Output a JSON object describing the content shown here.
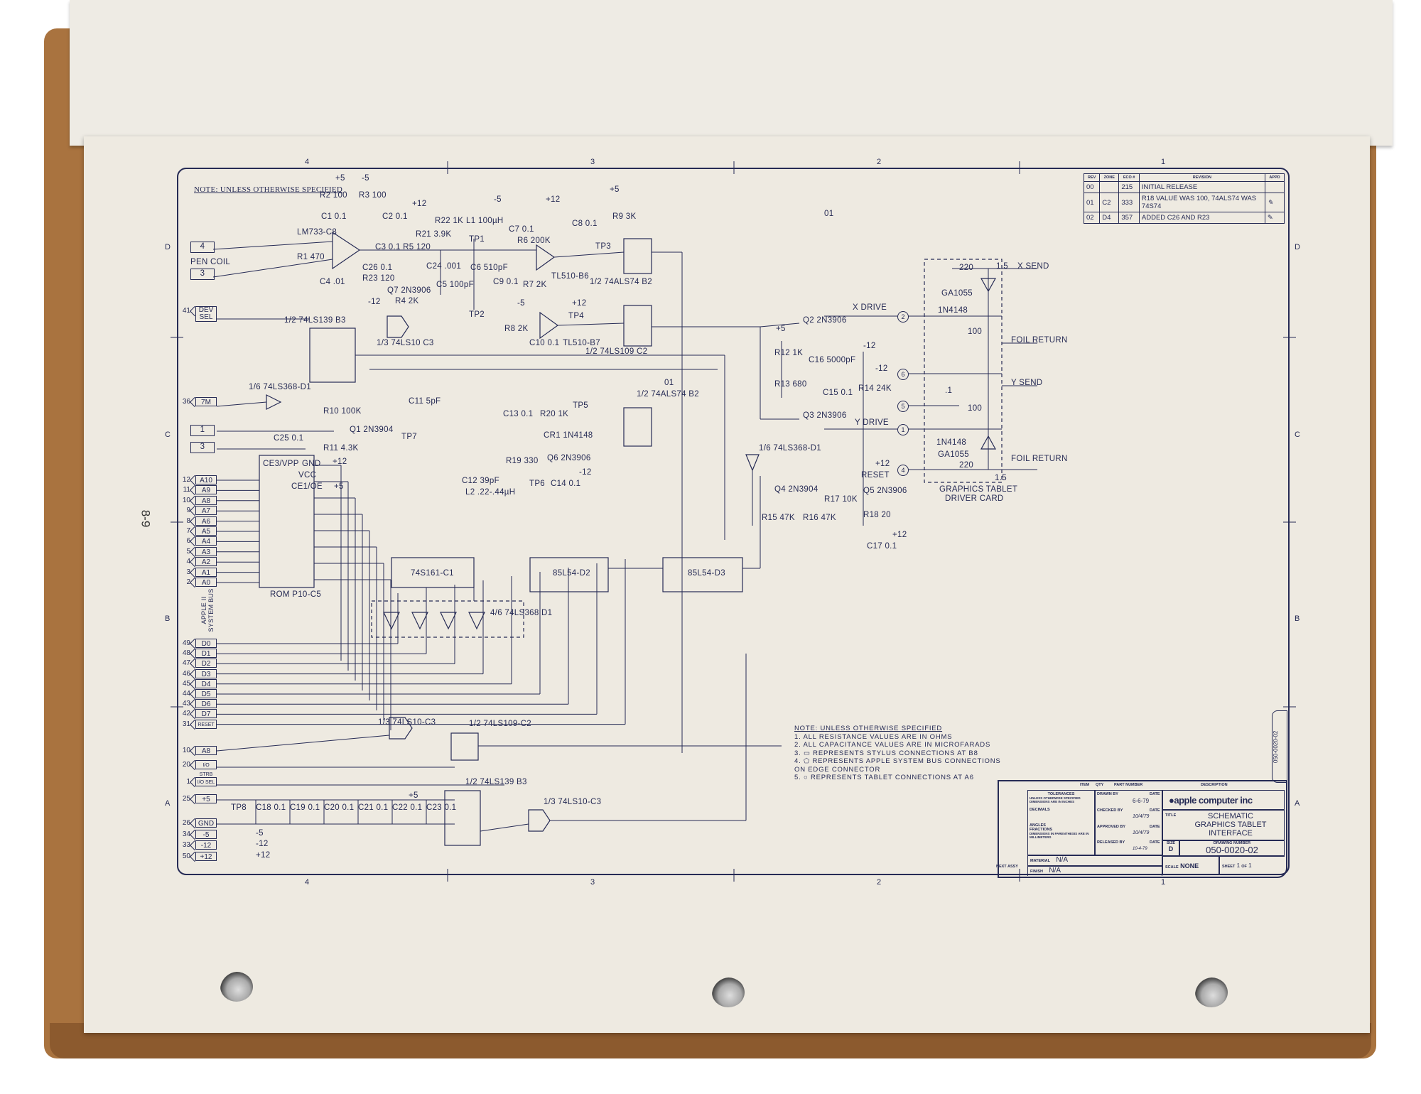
{
  "page_number": "8-9",
  "zones": {
    "columns": [
      "4",
      "3",
      "2",
      "1"
    ],
    "rows": [
      "D",
      "C",
      "B",
      "A"
    ]
  },
  "note_header": "NOTE: UNLESS OTHERWISE SPECIFIED",
  "revision_table": {
    "headers": [
      "REV",
      "ZONE",
      "ECO #",
      "REVISION",
      "APPD"
    ],
    "rows": [
      {
        "rev": "00",
        "zone": "",
        "eco": "215",
        "revision": "INITIAL RELEASE"
      },
      {
        "rev": "01",
        "zone": "C2",
        "eco": "333",
        "revision": "R18 VALUE WAS 100, 74ALS74 WAS 74S74"
      },
      {
        "rev": "02",
        "zone": "D4",
        "eco": "357",
        "revision": "ADDED C26 AND R23"
      }
    ]
  },
  "notes": {
    "title": "NOTE: UNLESS OTHERWISE SPECIFIED",
    "items": [
      "1. ALL RESISTANCE VALUES ARE IN OHMS",
      "2. ALL CAPACITANCE VALUES ARE IN MICROFARADS",
      "3. ▭ REPRESENTS STYLUS CONNECTIONS AT B8",
      "4. ⬠ REPRESENTS APPLE SYSTEM BUS CONNECTIONS ON EDGE CONNECTOR",
      "5. ○ REPRESENTS TABLET CONNECTIONS AT A6"
    ]
  },
  "title_block": {
    "list_headers": [
      "ITEM",
      "QTY",
      "PART NUMBER",
      "DESCRIPTION"
    ],
    "tolerances": "TOLERANCES",
    "tolerances_sub": "UNLESS OTHERWISE SPECIFIED DIMENSIONS ARE IN INCHES",
    "decimals": "DECIMALS",
    "angles": "ANGLES",
    "fractions": "FRACTIONS",
    "dims_note": "DIMENSIONS IN PARENTHESIS ARE IN MILLIMETERS",
    "drawn_by": "DRAWN BY",
    "drawn_date": "6-6-79",
    "checked_by": "CHECKED BY",
    "checked_date": "10/4/79",
    "approved_by": "APPROVED BY",
    "approved_date": "10/4/79",
    "released_by": "RELEASED BY",
    "released_date": "10-4-79",
    "date_label": "DATE",
    "company": "apple computer inc",
    "title_label": "TITLE",
    "title_lines": [
      "SCHEMATIC",
      "GRAPHICS TABLET",
      "INTERFACE"
    ],
    "material_label": "MATERIAL",
    "material": "N/A",
    "finish_label": "FINISH",
    "finish": "N/A",
    "next_assy": "NEXT ASSY",
    "size_label": "SIZE",
    "size": "D",
    "drawing_number_label": "DRAWING NUMBER",
    "drawing_number": "050-0020-02",
    "scale_label": "SCALE",
    "scale": "NONE",
    "sheet_label": "SHEET",
    "sheet": "1",
    "of_label": "OF",
    "of": "1",
    "side_number": "050-0020-02"
  },
  "bus_pins": [
    {
      "pin": "41",
      "label": "DEV SEL"
    },
    {
      "pin": "36",
      "label": "7M"
    },
    {
      "pin": "12",
      "label": "A10"
    },
    {
      "pin": "11",
      "label": "A9"
    },
    {
      "pin": "10",
      "label": "A8"
    },
    {
      "pin": "9",
      "label": "A7"
    },
    {
      "pin": "8",
      "label": "A6"
    },
    {
      "pin": "7",
      "label": "A5"
    },
    {
      "pin": "6",
      "label": "A4"
    },
    {
      "pin": "5",
      "label": "A3"
    },
    {
      "pin": "4",
      "label": "A2"
    },
    {
      "pin": "3",
      "label": "A1"
    },
    {
      "pin": "2",
      "label": "A0"
    },
    {
      "pin": "49",
      "label": "D0"
    },
    {
      "pin": "48",
      "label": "D1"
    },
    {
      "pin": "47",
      "label": "D2"
    },
    {
      "pin": "46",
      "label": "D3"
    },
    {
      "pin": "45",
      "label": "D4"
    },
    {
      "pin": "44",
      "label": "D5"
    },
    {
      "pin": "43",
      "label": "D6"
    },
    {
      "pin": "42",
      "label": "D7"
    },
    {
      "pin": "31",
      "label": "RESET"
    },
    {
      "pin": "10",
      "label": "A8"
    },
    {
      "pin": "20",
      "label": "I/O STRB"
    },
    {
      "pin": "1",
      "label": "I/O SEL"
    },
    {
      "pin": "25",
      "label": "+5"
    },
    {
      "pin": "26",
      "label": "GND"
    },
    {
      "pin": "34",
      "label": "-5"
    },
    {
      "pin": "33",
      "label": "-12"
    },
    {
      "pin": "50",
      "label": "+12"
    }
  ],
  "stylus_pins": [
    "4",
    "3",
    "1",
    "3"
  ],
  "bus_title": "APPLE II SYSTEM BUS",
  "components": [
    "LM733-C8",
    "R2 100",
    "R3 100",
    "C1 0.1",
    "C2 0.1",
    "R1 470",
    "C4 .01",
    "C26 0.1",
    "R23 120",
    "C3 0.1 R5 120",
    "R21 3.9K",
    "Q7 2N3906",
    "R4 2K",
    "C24 .001",
    "C5 100pF",
    "R22 1K",
    "L1 100µH",
    "C7 0.1",
    "TP1",
    "C6 510pF",
    "C9 0.1",
    "TP2",
    "R6 200K",
    "R7 2K",
    "TL510-B6",
    "C8 0.1",
    "R8 2K",
    "C10 0.1",
    "TL510-B7",
    "TP4",
    "R9 3K",
    "TP3",
    "1/2 74ALS74 B2",
    "1/2 74LS109 C2",
    "1/2 74LS139 B3",
    "1/3 74LS10 C3",
    "1/6 74LS368-D1",
    "R10 100K",
    "Q1 2N3904",
    "R11 4.3K",
    "C25 0.1",
    "TP7",
    "C11 5pF",
    "C13 0.1",
    "R20 1K",
    "CR1 1N4148",
    "TP5",
    "R19 330",
    "Q6 2N3906",
    "C12 39pF",
    "L2 .22-.44µH",
    "TP6",
    "C14 0.1",
    "1/2 74ALS74 B2",
    "ROM P10-C5",
    "74S161-C1",
    "85L54-D2",
    "85L54-D3",
    "4/6 74LS368 D1",
    "Q2 2N3906",
    "R12 1K",
    "R13 680",
    "C16 5000pF",
    "C15 0.1",
    "R14 24K",
    "Q3 2N3906",
    "1/6 74LS368-D1",
    "Q4 2N3904",
    "R17 10K",
    "Q5 2N3906",
    "R15 47K",
    "R16 47K",
    "R18 20",
    "C17 0.1",
    "1/3 74LS10-C3",
    "1/2 74LS109-C2",
    "1/2 74LS139 B3",
    "1/3 74LS10-C3",
    "TP8",
    "C18 0.1",
    "C19 0.1",
    "C20 0.1",
    "C21 0.1",
    "C22 0.1",
    "C23 0.1",
    "GA1055",
    "1N4148",
    "100",
    "100",
    "1N4148",
    "GA1055",
    "220",
    "1.5",
    "220",
    "1.5",
    ".1",
    "PEN COIL",
    "CE3/VPP",
    "GND",
    "VCC",
    "CE1/OE",
    "01",
    "01"
  ],
  "supplies": [
    "+5",
    "-5",
    "+12",
    "-5",
    "+12",
    "+5",
    "+12",
    "-5",
    "-12",
    "+5",
    "-12",
    "+12",
    "+5",
    "-5",
    "-12",
    "+12",
    "+12",
    "-12",
    "+5"
  ],
  "signals": [
    "X SEND",
    "FOIL RETURN",
    "Y SEND",
    "FOIL RETURN",
    "X DRIVE",
    "-12",
    "Y DRIVE",
    "+12",
    "RESET",
    "GRAPHICS TABLET",
    "DRIVER CARD"
  ],
  "tablet_connectors": [
    "2",
    "6",
    "5",
    "1",
    "4"
  ],
  "colors": {
    "ink": "#262b55",
    "paper": "#eeeae1",
    "binder": "#a9733f"
  }
}
